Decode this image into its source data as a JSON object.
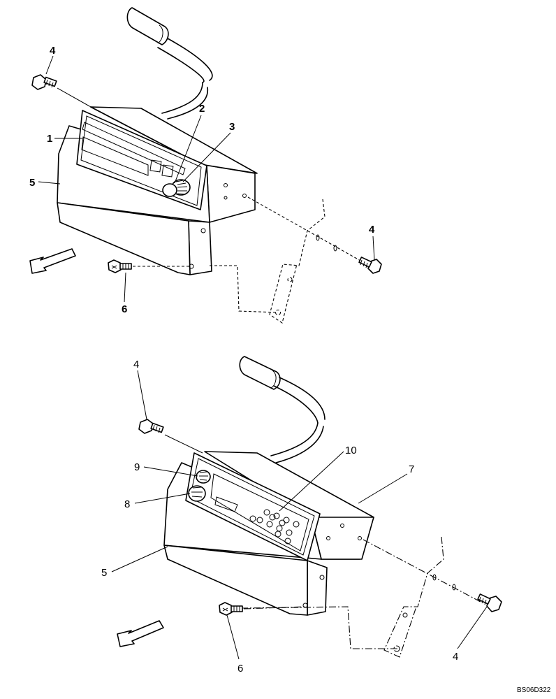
{
  "callouts": {
    "upper": {
      "c1": "1",
      "c2": "2",
      "c3": "3",
      "c4a": "4",
      "c4b": "4",
      "c5": "5",
      "c6": "6"
    },
    "lower": {
      "c4a": "4",
      "c4b": "4",
      "c5": "5",
      "c6": "6",
      "c7": "7",
      "c8": "8",
      "c9": "9",
      "c10": "10"
    }
  },
  "drawing_ref": "BS06D322"
}
